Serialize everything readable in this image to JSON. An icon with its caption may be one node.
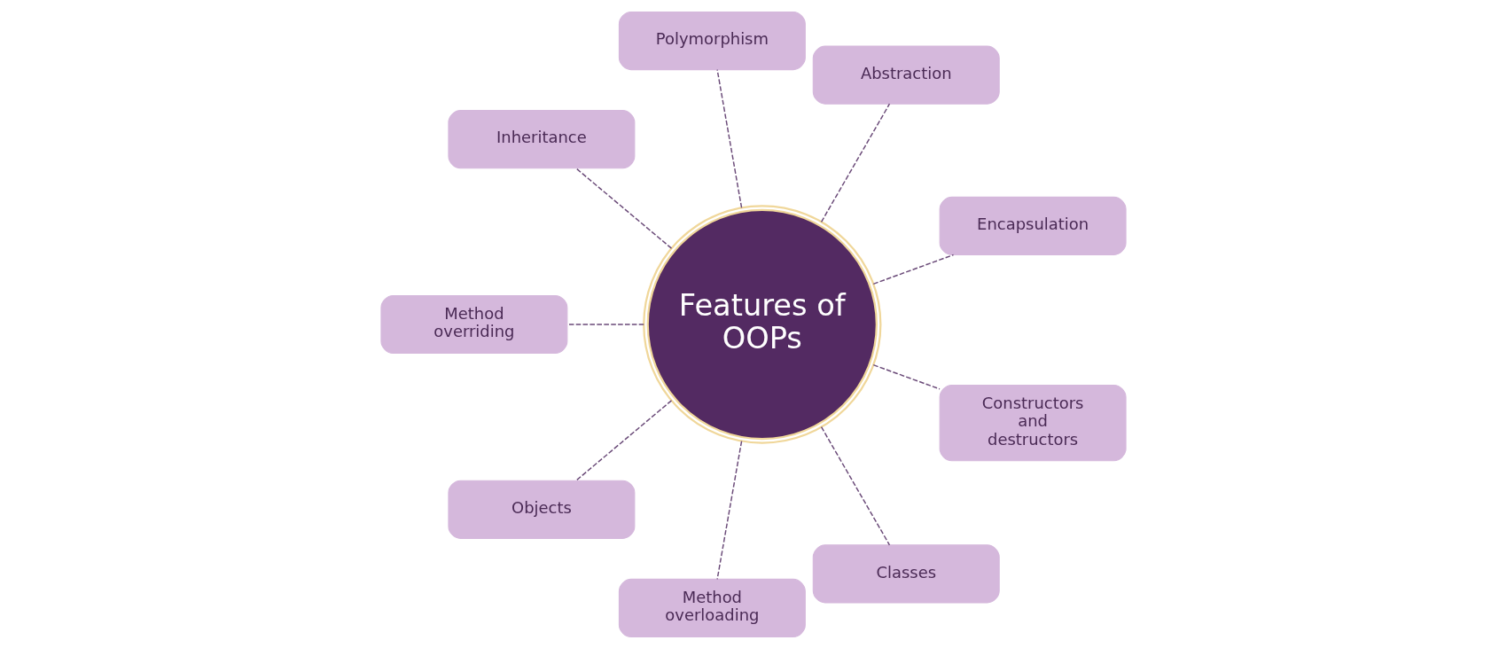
{
  "diagram": {
    "nodes": [
      {
        "text": [
          "Encapsulation"
        ]
      },
      {
        "text": [
          "Abstraction"
        ]
      },
      {
        "text": [
          "Polymorphism"
        ]
      },
      {
        "text": [
          "Inheritance"
        ]
      },
      {
        "text": [
          "Method overriding"
        ]
      },
      {
        "text": [
          "Features of OOPs"
        ]
      },
      {
        "text": [
          "Objects"
        ]
      },
      {
        "text": [
          "Method overloading"
        ]
      },
      {
        "text": [
          "Classes"
        ]
      },
      {
        "text": [
          "Constructors and destructors"
        ]
      }
    ],
    "edges": [
      {
        "from": 5,
        "to": 0,
        "arrow": "none",
        "style": "dashed"
      },
      {
        "from": 5,
        "to": 1,
        "arrow": "none",
        "style": "dashed"
      },
      {
        "from": 5,
        "to": 2,
        "arrow": "none",
        "style": "dashed"
      },
      {
        "from": 5,
        "to": 3,
        "arrow": "none",
        "style": "dashed"
      },
      {
        "from": 5,
        "to": 4,
        "arrow": "none",
        "style": "dashed"
      },
      {
        "from": 5,
        "to": 6,
        "arrow": "none",
        "style": "dashed"
      },
      {
        "from": 5,
        "to": 7,
        "arrow": "none",
        "style": "dashed"
      },
      {
        "from": 5,
        "to": 8,
        "arrow": "none",
        "style": "dashed"
      },
      {
        "from": 5,
        "to": 9,
        "arrow": "none",
        "style": "dashed"
      }
    ]
  }
}
